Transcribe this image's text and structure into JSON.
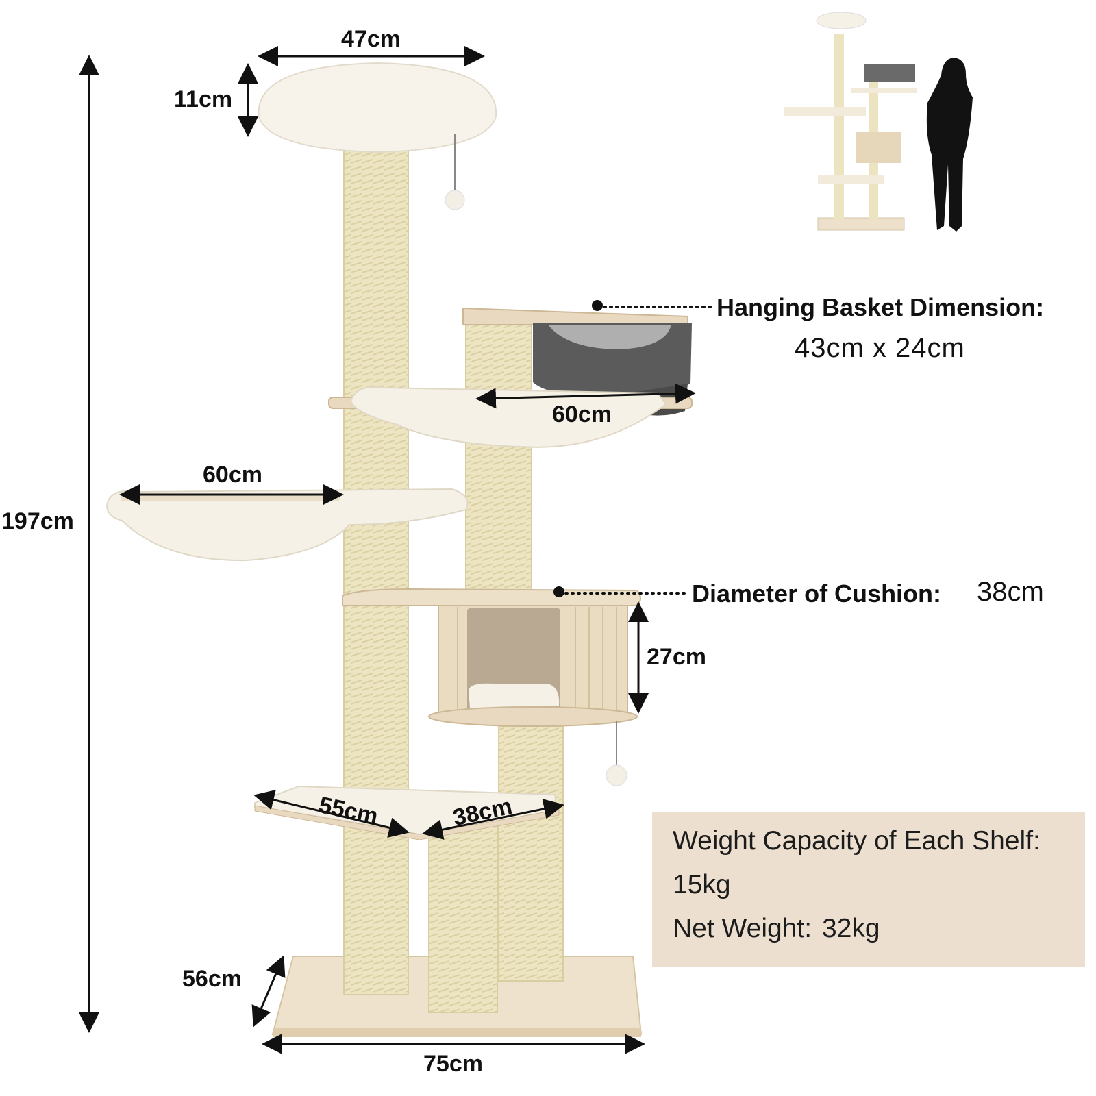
{
  "dimensions": {
    "total_height": "197cm",
    "top_perch_width": "47cm",
    "top_perch_height": "11cm",
    "upper_hammock_width": "60cm",
    "left_hammock_width": "60cm",
    "condo_height": "27cm",
    "platform_length": "55cm",
    "platform_width": "38cm",
    "base_depth": "56cm",
    "base_width": "75cm"
  },
  "callouts": {
    "basket_label": "Hanging Basket Dimension:",
    "basket_value": "43cm x 24cm",
    "cushion_label": "Diameter of Cushion:",
    "cushion_value": "38cm"
  },
  "info_box": {
    "line1": "Weight Capacity of Each Shelf:",
    "line2": "15kg",
    "net_weight_label": "Net Weight:",
    "net_weight_value": "32kg",
    "background_color": "#ecdfcf"
  },
  "colors": {
    "plush": "#f6f1e6",
    "sisal": "#ece4c0",
    "wood": "#e8d9c0",
    "felt": "#5a5a5a"
  },
  "icons": [
    "person-silhouette-icon",
    "dimension-arrow-icon"
  ]
}
